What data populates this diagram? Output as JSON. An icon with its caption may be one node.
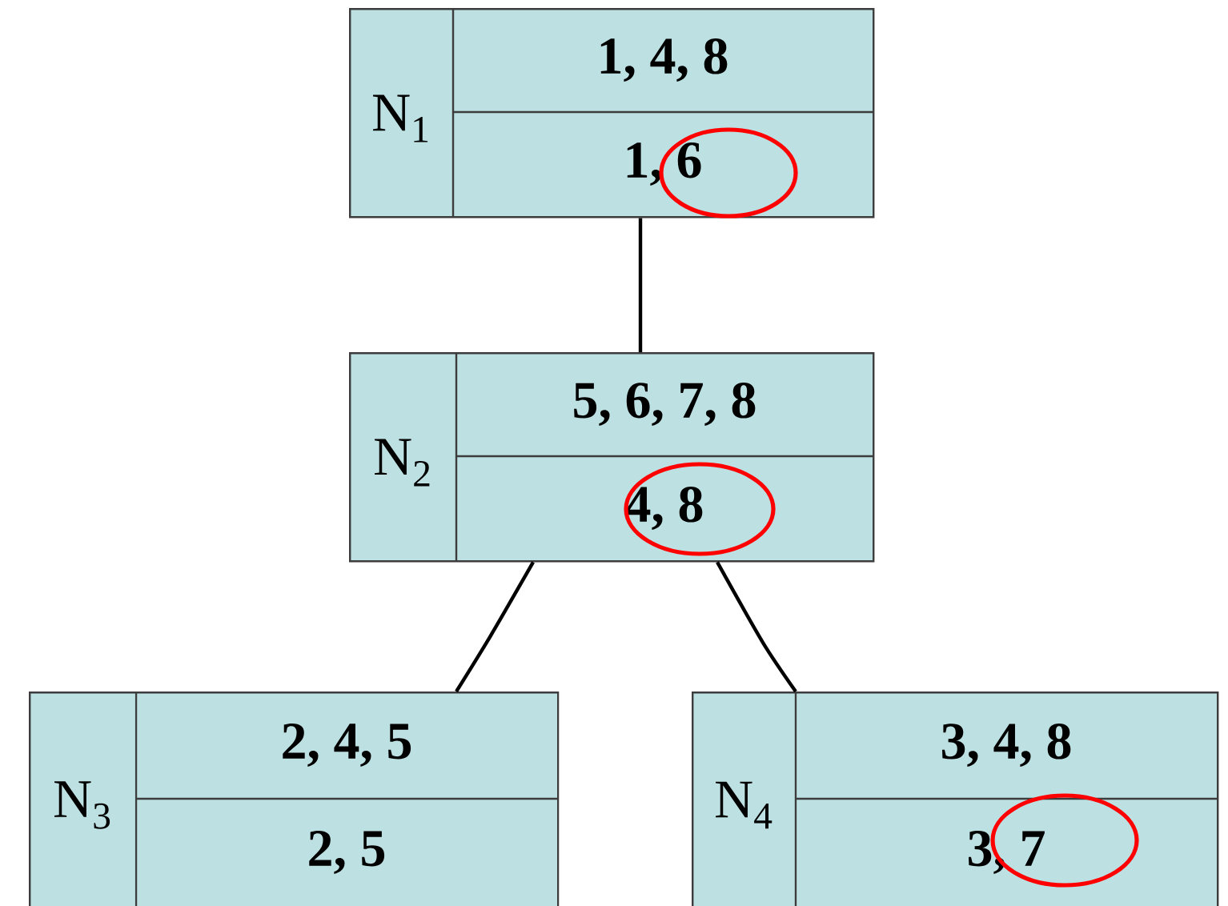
{
  "diagram": {
    "nodes": [
      {
        "text": [
          "N$_{1}$",
          "1, 4, 8",
          "1, 6"
        ]
      },
      {
        "text": [
          "N$_{2}$",
          "5, 6, 7, 8",
          "4, 8"
        ]
      },
      {
        "text": [
          "N$_{3}$",
          "2, 4, 5",
          "2, 5"
        ]
      },
      {
        "text": [
          "N$_{4}$",
          "3, 4, 8",
          "3, 7"
        ]
      }
    ],
    "edges": [
      {
        "from": 0,
        "to": 1,
        "arrow": "none"
      },
      {
        "from": 1,
        "to": 2,
        "arrow": "none"
      },
      {
        "from": 1,
        "to": 3,
        "arrow": "none"
      }
    ]
  }
}
